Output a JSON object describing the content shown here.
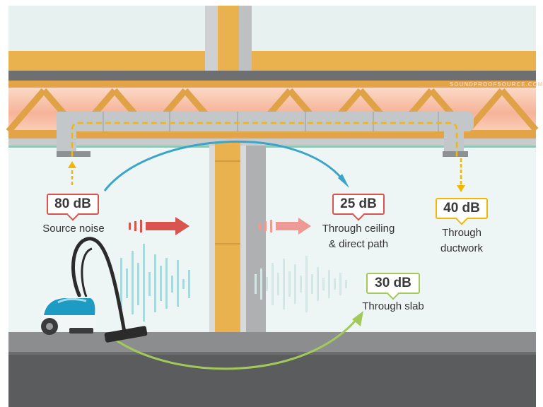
{
  "watermark": "SOUNDPROOFSOURCE.COM",
  "colors": {
    "source": "#d9534f",
    "ceiling": "#3ba4c9",
    "ductwork": "#f2b705",
    "slab": "#a3c95a",
    "wood": "#e9b24e",
    "duct": "#c4c7ca"
  },
  "readings": {
    "source": {
      "value": "80 dB",
      "caption": "Source noise"
    },
    "ceiling": {
      "value": "25 dB",
      "caption_line1": "Through ceiling",
      "caption_line2": "& direct path"
    },
    "ductwork": {
      "value": "40 dB",
      "caption_line1": "Through",
      "caption_line2": "ductwork"
    },
    "slab": {
      "value": "30 dB",
      "caption": "Through slab"
    }
  },
  "icons": [
    "vacuum-cleaner-icon",
    "sound-wave-icon",
    "arrow-right-icon"
  ]
}
